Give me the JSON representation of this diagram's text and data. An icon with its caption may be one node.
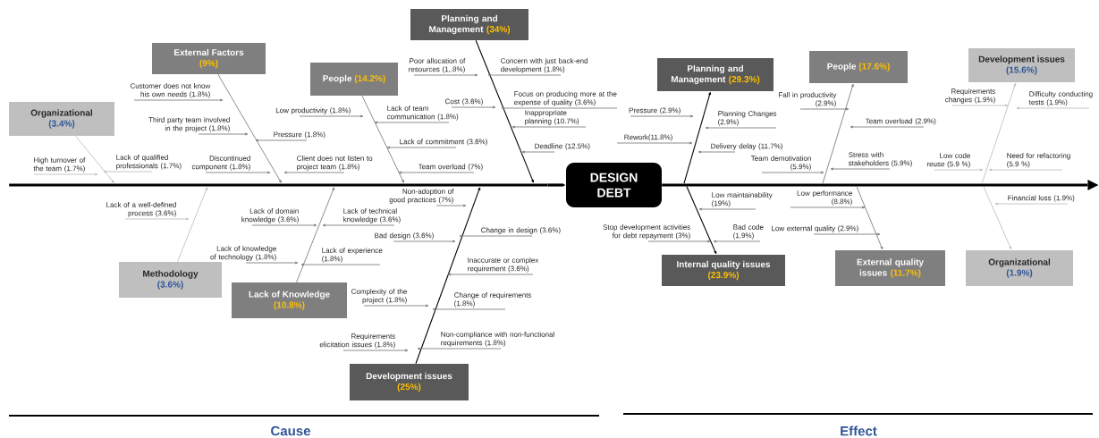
{
  "diagram": {
    "nodes": [
      {
        "text": [
          "Organizational",
          "(3.4%)"
        ]
      },
      {
        "text": [
          "High turnover of the team (1.7%)"
        ]
      },
      {
        "text": [
          "Lack of qualified professionals (1.7%)"
        ]
      },
      {
        "text": [
          "External Factors",
          "(9%)"
        ]
      },
      {
        "text": [
          "Customer does not know his own needs (1.8%)"
        ]
      },
      {
        "text": [
          "Third party team involved in the project (1.8%)"
        ]
      },
      {
        "text": [
          "Discontinued component (1.8%)"
        ]
      },
      {
        "text": [
          "Pressure (1.8%)"
        ]
      },
      {
        "text": [
          "Client does not listen to project team (1.8%)"
        ]
      },
      {
        "text": [
          "People",
          "(14.2%)"
        ]
      },
      {
        "text": [
          "Low productivity (1.8%)"
        ]
      },
      {
        "text": [
          "Lack of team communication (1.8%)"
        ]
      },
      {
        "text": [
          "Lack of commitment (3.6%)"
        ]
      },
      {
        "text": [
          "Team overload (7%)"
        ]
      },
      {
        "text": [
          "Planning and Management",
          "(34%)"
        ]
      },
      {
        "text": [
          "Poor allocation of resources (1,.8%)"
        ]
      },
      {
        "text": [
          "Concern with just back-end development (1.8%)"
        ]
      },
      {
        "text": [
          "Cost (3.6%)"
        ]
      },
      {
        "text": [
          "Focus on producing more at the expense of quality (3.6%)"
        ]
      },
      {
        "text": [
          "Inappropriate planning (10.7%)"
        ]
      },
      {
        "text": [
          "Deadline (12.5%)"
        ]
      },
      {
        "text": [
          "Methodology",
          "(3.6%)"
        ]
      },
      {
        "text": [
          "Lack of a well-defined process (3.6%)"
        ]
      },
      {
        "text": [
          "Lack of Knowledge",
          "(10.8%)"
        ]
      },
      {
        "text": [
          "Lack of domain knowledge (3.6%)"
        ]
      },
      {
        "text": [
          "Lack of technical knowledge (3.6%)"
        ]
      },
      {
        "text": [
          "Lack of knowledge of technology (1.8%)"
        ]
      },
      {
        "text": [
          "Lack of experience (1.8%)"
        ]
      },
      {
        "text": [
          "Development issues",
          "(25%)"
        ]
      },
      {
        "text": [
          "Non-adoption of good practices (7%)"
        ]
      },
      {
        "text": [
          "Bad design (3.6%)"
        ]
      },
      {
        "text": [
          "Change in design (3.6%)"
        ]
      },
      {
        "text": [
          "Inaccurate or complex requirement (3.6%)"
        ]
      },
      {
        "text": [
          "Complexity of the project (1.8%)"
        ]
      },
      {
        "text": [
          "Change of requirements (1.8%)"
        ]
      },
      {
        "text": [
          "Requirements elicitation issues (1.8%)"
        ]
      },
      {
        "text": [
          "Non-compliance with non-functional requirements (1.8%)"
        ]
      },
      {
        "text": [
          "DESIGN DEBT"
        ]
      },
      {
        "text": [
          "Planning and Management",
          "(29.3%)"
        ]
      },
      {
        "text": [
          "Pressure (2.9%)"
        ]
      },
      {
        "text": [
          "Planning Changes (2.9%)"
        ]
      },
      {
        "text": [
          "Rework(11.8%)"
        ]
      },
      {
        "text": [
          "Delivery delay (11.7%)"
        ]
      },
      {
        "text": [
          "Internal quality issues",
          "(23.9%)"
        ]
      },
      {
        "text": [
          "Low maintainability (19%)"
        ]
      },
      {
        "text": [
          "Stop development activities for debt repayment (3%)"
        ]
      },
      {
        "text": [
          "Bad code (1.9%)"
        ]
      },
      {
        "text": [
          "People",
          "(17.6%)"
        ]
      },
      {
        "text": [
          "Fall in productivity (2.9%)"
        ]
      },
      {
        "text": [
          "Team overload (2.9%)"
        ]
      },
      {
        "text": [
          "Team demotivation (5.9%)"
        ]
      },
      {
        "text": [
          "Stress with stakeholders (5.9%)"
        ]
      },
      {
        "text": [
          "External quality issues",
          "(11.7%)"
        ]
      },
      {
        "text": [
          "Low performance (8.8%)"
        ]
      },
      {
        "text": [
          "Low external quality (2.9%)"
        ]
      },
      {
        "text": [
          "Development issues",
          "(15.6%)"
        ]
      },
      {
        "text": [
          "Requirements changes (1.9%)"
        ]
      },
      {
        "text": [
          "Difficulty conducting tests (1.9%)"
        ]
      },
      {
        "text": [
          "Low code reuse (5.9 %)"
        ]
      },
      {
        "text": [
          "Need for refactoring (5.9 %)"
        ]
      },
      {
        "text": [
          "Organizational",
          "(1.9%)"
        ]
      },
      {
        "text": [
          "Financial loss (1.9%)"
        ]
      },
      {
        "text": [],
        "shape": "bar"
      },
      {
        "text": [],
        "shape": "arrow"
      }
    ],
    "edges": [
      {
        "from": 62,
        "to": 37,
        "arrow": "to",
        "style": "thick",
        "color": "#000000"
      },
      {
        "from": 0,
        "to": 62,
        "arrow": "to",
        "color": "#bfbfbf"
      },
      {
        "from": 3,
        "to": 62,
        "arrow": "to"
      },
      {
        "from": 9,
        "to": 62,
        "arrow": "to"
      },
      {
        "from": 14,
        "to": 62,
        "arrow": "to",
        "color": "#000000"
      },
      {
        "from": 21,
        "to": 62,
        "arrow": "to",
        "color": "#bfbfbf"
      },
      {
        "from": 23,
        "to": 62,
        "arrow": "to"
      },
      {
        "from": 28,
        "to": 62,
        "arrow": "to",
        "color": "#000000"
      },
      {
        "from": 63,
        "to": 38,
        "arrow": "to",
        "color": "#000000"
      },
      {
        "from": 63,
        "to": 43,
        "arrow": "to",
        "color": "#000000"
      },
      {
        "from": 63,
        "to": 47,
        "arrow": "to"
      },
      {
        "from": 63,
        "to": 52,
        "arrow": "to"
      },
      {
        "from": 63,
        "to": 55,
        "arrow": "to",
        "color": "#bfbfbf"
      },
      {
        "from": 63,
        "to": 60,
        "arrow": "to",
        "color": "#bfbfbf"
      },
      {
        "from": 1,
        "to": null,
        "arrow": "to",
        "color": "#bfbfbf"
      },
      {
        "from": 2,
        "to": null,
        "arrow": "to",
        "color": "#bfbfbf"
      },
      {
        "from": 4,
        "to": null,
        "arrow": "to"
      },
      {
        "from": 5,
        "to": null,
        "arrow": "to"
      },
      {
        "from": 6,
        "to": null,
        "arrow": "to"
      },
      {
        "from": 7,
        "to": null,
        "arrow": "to"
      },
      {
        "from": 8,
        "to": null,
        "arrow": "to"
      },
      {
        "from": 10,
        "to": null,
        "arrow": "to"
      },
      {
        "from": 11,
        "to": null,
        "arrow": "to"
      },
      {
        "from": 12,
        "to": null,
        "arrow": "to"
      },
      {
        "from": 13,
        "to": null,
        "arrow": "to"
      },
      {
        "from": 15,
        "to": null,
        "arrow": "to"
      },
      {
        "from": 16,
        "to": null,
        "arrow": "to"
      },
      {
        "from": 17,
        "to": null,
        "arrow": "to"
      },
      {
        "from": 18,
        "to": null,
        "arrow": "to"
      },
      {
        "from": 19,
        "to": null,
        "arrow": "to"
      },
      {
        "from": 20,
        "to": null,
        "arrow": "to"
      },
      {
        "from": 22,
        "to": null,
        "arrow": "to",
        "color": "#bfbfbf"
      },
      {
        "from": 24,
        "to": null,
        "arrow": "to"
      },
      {
        "from": 25,
        "to": null,
        "arrow": "to"
      },
      {
        "from": 26,
        "to": null,
        "arrow": "to"
      },
      {
        "from": 27,
        "to": null,
        "arrow": "to"
      },
      {
        "from": 29,
        "to": null,
        "arrow": "to"
      },
      {
        "from": 30,
        "to": null,
        "arrow": "to"
      },
      {
        "from": 31,
        "to": null,
        "arrow": "to"
      },
      {
        "from": 32,
        "to": null,
        "arrow": "to"
      },
      {
        "from": 33,
        "to": null,
        "arrow": "to"
      },
      {
        "from": 34,
        "to": null,
        "arrow": "to"
      },
      {
        "from": 35,
        "to": null,
        "arrow": "to"
      },
      {
        "from": 36,
        "to": null,
        "arrow": "to"
      },
      {
        "from": 39,
        "to": null,
        "arrow": "to"
      },
      {
        "from": 40,
        "to": null,
        "arrow": "to"
      },
      {
        "from": 41,
        "to": null,
        "arrow": "to"
      },
      {
        "from": 42,
        "to": null,
        "arrow": "to"
      },
      {
        "from": 44,
        "to": null,
        "arrow": "to"
      },
      {
        "from": 45,
        "to": null,
        "arrow": "to"
      },
      {
        "from": 46,
        "to": null,
        "arrow": "to"
      },
      {
        "from": 48,
        "to": null,
        "arrow": "to"
      },
      {
        "from": 49,
        "to": null,
        "arrow": "to"
      },
      {
        "from": 50,
        "to": null,
        "arrow": "to"
      },
      {
        "from": 51,
        "to": null,
        "arrow": "to"
      },
      {
        "from": 53,
        "to": null,
        "arrow": "to"
      },
      {
        "from": 54,
        "to": null,
        "arrow": "to"
      },
      {
        "from": 56,
        "to": null,
        "arrow": "to",
        "color": "#bfbfbf"
      },
      {
        "from": 57,
        "to": null,
        "arrow": "to",
        "color": "#bfbfbf"
      },
      {
        "from": 58,
        "to": null,
        "arrow": "to",
        "color": "#bfbfbf"
      },
      {
        "from": 59,
        "to": null,
        "arrow": "to",
        "color": "#bfbfbf"
      },
      {
        "from": 61,
        "to": null,
        "arrow": "to",
        "color": "#bfbfbf"
      }
    ],
    "labels": [
      "Cause",
      "Effect"
    ]
  }
}
